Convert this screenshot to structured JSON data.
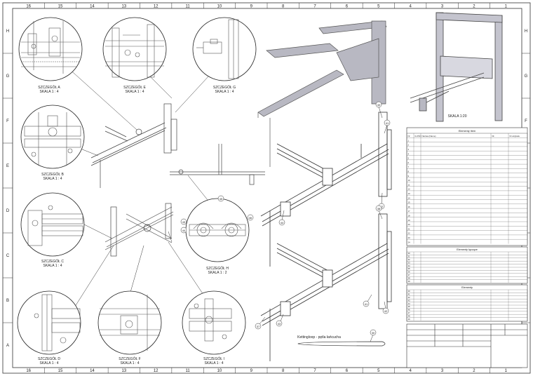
{
  "sheet": {
    "columns_top": [
      "16",
      "15",
      "14",
      "13",
      "12",
      "11",
      "10",
      "9",
      "8",
      "7",
      "6",
      "5",
      "4",
      "3",
      "2",
      "1"
    ],
    "columns_bottom": [
      "16",
      "15",
      "14",
      "13",
      "12",
      "11",
      "10",
      "9",
      "8",
      "7",
      "6",
      "5",
      "4",
      "3",
      "2",
      "1"
    ],
    "rows": [
      "H",
      "G",
      "F",
      "E",
      "D",
      "C",
      "B",
      "A"
    ]
  },
  "details": [
    {
      "key": "a",
      "title": "SZCZEGÓŁ A",
      "scale": "SKALA 1 : 4"
    },
    {
      "key": "e",
      "title": "SZCZEGÓŁ E",
      "scale": "SKALA 1 : 4"
    },
    {
      "key": "g",
      "title": "SZCZEGÓŁ G",
      "scale": "SKALA 1 : 4"
    },
    {
      "key": "b",
      "title": "SZCZEGÓŁ B",
      "scale": "SKALA 1 : 4"
    },
    {
      "key": "c",
      "title": "SZCZEGÓŁ C",
      "scale": "SKALA 1 : 4"
    },
    {
      "key": "h",
      "title": "SZCZEGÓŁ H",
      "scale": "SKALA 1 : 2"
    },
    {
      "key": "d",
      "title": "SZCZEGÓŁ D",
      "scale": "SKALA 1 : 4"
    },
    {
      "key": "f",
      "title": "SZCZEGÓŁ F",
      "scale": "SKALA 1 : 4"
    },
    {
      "key": "i",
      "title": "SZCZEGÓŁ I",
      "scale": "SKALA 1 : 4"
    }
  ],
  "iso_scale_label": "SKALA 1:20",
  "chain_label": "Kettingloop - pętla łańcucha",
  "balloons": {
    "main_top": [
      "40",
      "41",
      "42",
      "44"
    ],
    "main_bottom": [
      "37",
      "38",
      "41",
      "42",
      "43"
    ],
    "chain": [
      "30"
    ],
    "detail_h": [
      "43",
      "44",
      "45",
      "46"
    ]
  },
  "tables": {
    "profiles_title": "Elementy Item",
    "profiles_header": [
      "Nr",
      "ILOŚĆ",
      "Nazwa (Name)",
      "Dł.",
      "Nr artykułu"
    ],
    "profiles_rows": [
      [
        "1",
        "",
        "",
        "",
        ""
      ],
      [
        "2",
        "",
        "",
        "",
        ""
      ],
      [
        "3",
        "",
        "",
        "",
        ""
      ],
      [
        "4",
        "",
        "",
        "",
        ""
      ],
      [
        "5",
        "",
        "",
        "",
        ""
      ],
      [
        "6",
        "",
        "",
        "",
        ""
      ],
      [
        "7",
        "",
        "",
        "",
        ""
      ],
      [
        "8",
        "",
        "",
        "",
        ""
      ],
      [
        "9",
        "",
        "",
        "",
        ""
      ],
      [
        "10",
        "",
        "",
        "",
        ""
      ],
      [
        "11",
        "",
        "",
        "",
        ""
      ],
      [
        "12",
        "",
        "",
        "",
        ""
      ],
      [
        "13",
        "",
        "",
        "",
        ""
      ],
      [
        "14",
        "",
        "",
        "",
        ""
      ],
      [
        "15",
        "",
        "",
        "",
        ""
      ],
      [
        "16",
        "",
        "",
        "",
        ""
      ],
      [
        "17",
        "",
        "",
        "",
        ""
      ],
      [
        "18",
        "",
        "",
        "",
        ""
      ],
      [
        "19",
        "",
        "",
        "",
        ""
      ],
      [
        "20",
        "",
        "",
        "",
        ""
      ],
      [
        "21",
        "",
        "",
        "",
        ""
      ],
      [
        "22",
        "",
        "",
        "",
        ""
      ],
      [
        "23",
        "",
        "",
        "",
        ""
      ],
      [
        "24",
        "",
        "",
        "",
        ""
      ]
    ],
    "connectors_title": "Elementy łączące",
    "connectors_rows": [
      [
        "30",
        "",
        "",
        "",
        ""
      ],
      [
        "31",
        "",
        "",
        "",
        ""
      ],
      [
        "32",
        "",
        "",
        "",
        ""
      ],
      [
        "33",
        "",
        "",
        "",
        ""
      ],
      [
        "34",
        "",
        "",
        "",
        ""
      ],
      [
        "35",
        "",
        "",
        "",
        ""
      ],
      [
        "36",
        "",
        "",
        "",
        ""
      ],
      [
        "37",
        "",
        "",
        "",
        ""
      ],
      [
        "38",
        "",
        "",
        "",
        ""
      ],
      [
        "39",
        "",
        "",
        "",
        ""
      ]
    ],
    "chain_title": "Elementy",
    "chain_rows": [
      [
        "40",
        "",
        "",
        "",
        ""
      ],
      [
        "41",
        "",
        "",
        "",
        ""
      ],
      [
        "42",
        "",
        "",
        "",
        ""
      ],
      [
        "43",
        "",
        "",
        "",
        ""
      ],
      [
        "44",
        "",
        "",
        "",
        ""
      ],
      [
        "45",
        "",
        "",
        "",
        ""
      ],
      [
        "46",
        "",
        "",
        "",
        ""
      ],
      [
        "47",
        "",
        "",
        "",
        ""
      ],
      [
        "48",
        "",
        "",
        "",
        ""
      ],
      [
        "49",
        "",
        "",
        "",
        ""
      ]
    ]
  }
}
